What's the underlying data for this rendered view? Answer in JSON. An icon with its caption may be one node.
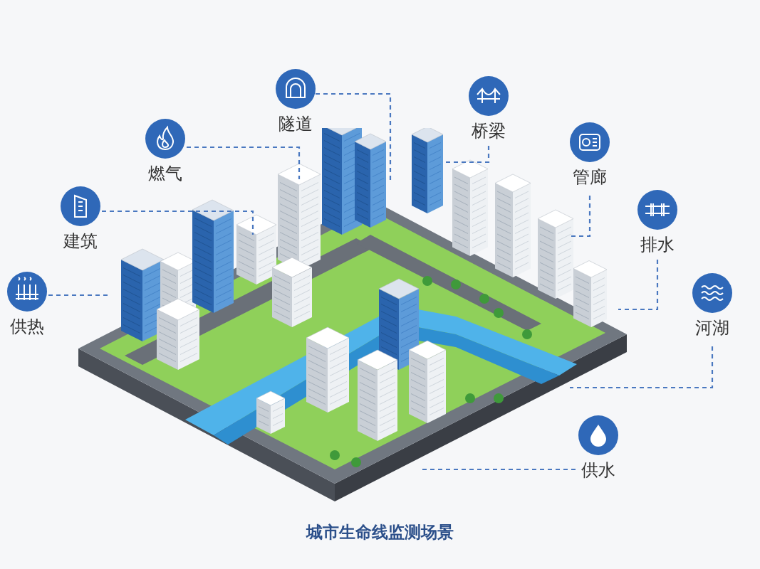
{
  "diagram": {
    "caption": "城市生命线监测场景",
    "nodes": [
      {
        "text": [
          "隧道"
        ]
      },
      {
        "text": [
          "桥梁"
        ]
      },
      {
        "text": [
          "燃气"
        ]
      },
      {
        "text": [
          "管廊"
        ]
      },
      {
        "text": [
          "建筑"
        ]
      },
      {
        "text": [
          "排水"
        ]
      },
      {
        "text": [
          "供热"
        ]
      },
      {
        "text": [
          "河湖"
        ]
      },
      {
        "text": [
          "供水"
        ]
      },
      {
        "text": [],
        "shape": "picture"
      }
    ],
    "edges": [
      {
        "from": 0,
        "to": 9,
        "arrow": "none",
        "style": "dashed"
      },
      {
        "from": 1,
        "to": 9,
        "arrow": "none",
        "style": "dashed"
      },
      {
        "from": 2,
        "to": 9,
        "arrow": "none",
        "style": "dashed"
      },
      {
        "from": 3,
        "to": 9,
        "arrow": "none",
        "style": "dashed"
      },
      {
        "from": 4,
        "to": 9,
        "arrow": "none",
        "style": "dashed"
      },
      {
        "from": 5,
        "to": 9,
        "arrow": "none",
        "style": "dashed"
      },
      {
        "from": 6,
        "to": 9,
        "arrow": "none",
        "style": "dashed"
      },
      {
        "from": 7,
        "to": 9,
        "arrow": "none",
        "style": "dashed"
      },
      {
        "from": 8,
        "to": 9,
        "arrow": "none",
        "style": "dashed"
      }
    ]
  }
}
